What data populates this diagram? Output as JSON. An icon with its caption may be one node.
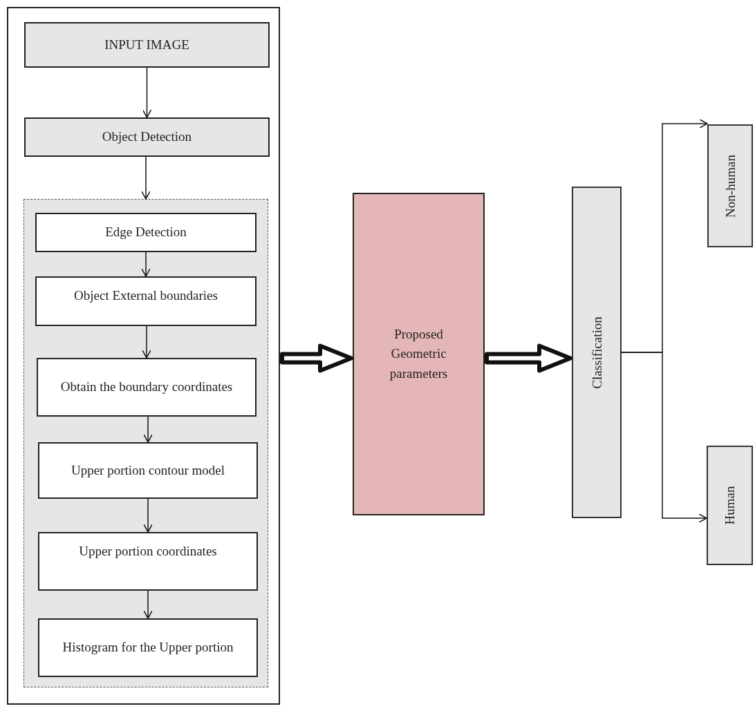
{
  "diagram": {
    "nodes": [
      {
        "text": [],
        "shape": "box"
      },
      {
        "text": [
          "INPUT IMAGE"
        ],
        "in": 0
      },
      {
        "text": [
          "Object Detection"
        ],
        "in": 0
      },
      {
        "text": [],
        "shape": "box",
        "in": 0
      },
      {
        "text": [
          "Edge Detection"
        ],
        "in": 3
      },
      {
        "text": [
          "Object External boundaries"
        ],
        "in": 3
      },
      {
        "text": [
          "Obtain the boundary coordinates"
        ],
        "in": 3
      },
      {
        "text": [
          "Upper portion contour model"
        ],
        "in": 3
      },
      {
        "text": [
          "Upper portion coordinates"
        ],
        "in": 3
      },
      {
        "text": [
          "Histogram for the Upper portion"
        ],
        "in": 3
      },
      {
        "text": [
          "Proposed Geometric parameters"
        ]
      },
      {
        "text": [
          "Classification"
        ]
      },
      {
        "text": [
          "Non-human"
        ]
      },
      {
        "text": [
          "Human"
        ]
      }
    ],
    "edges": [
      {
        "from": 1,
        "to": 2,
        "arrow": "to"
      },
      {
        "from": 2,
        "to": 3,
        "arrow": "to"
      },
      {
        "from": 4,
        "to": 5,
        "arrow": "to"
      },
      {
        "from": 5,
        "to": 6,
        "arrow": "to"
      },
      {
        "from": 6,
        "to": 7,
        "arrow": "to"
      },
      {
        "from": 7,
        "to": 8,
        "arrow": "to"
      },
      {
        "from": 8,
        "to": 9,
        "arrow": "to"
      },
      {
        "from": 0,
        "to": 10,
        "arrow": "to",
        "style": "thick"
      },
      {
        "from": 10,
        "to": 11,
        "arrow": "to",
        "style": "thick"
      },
      {
        "from": 11,
        "to": 12,
        "arrow": "to"
      },
      {
        "from": 11,
        "to": 13,
        "arrow": "to"
      }
    ]
  }
}
